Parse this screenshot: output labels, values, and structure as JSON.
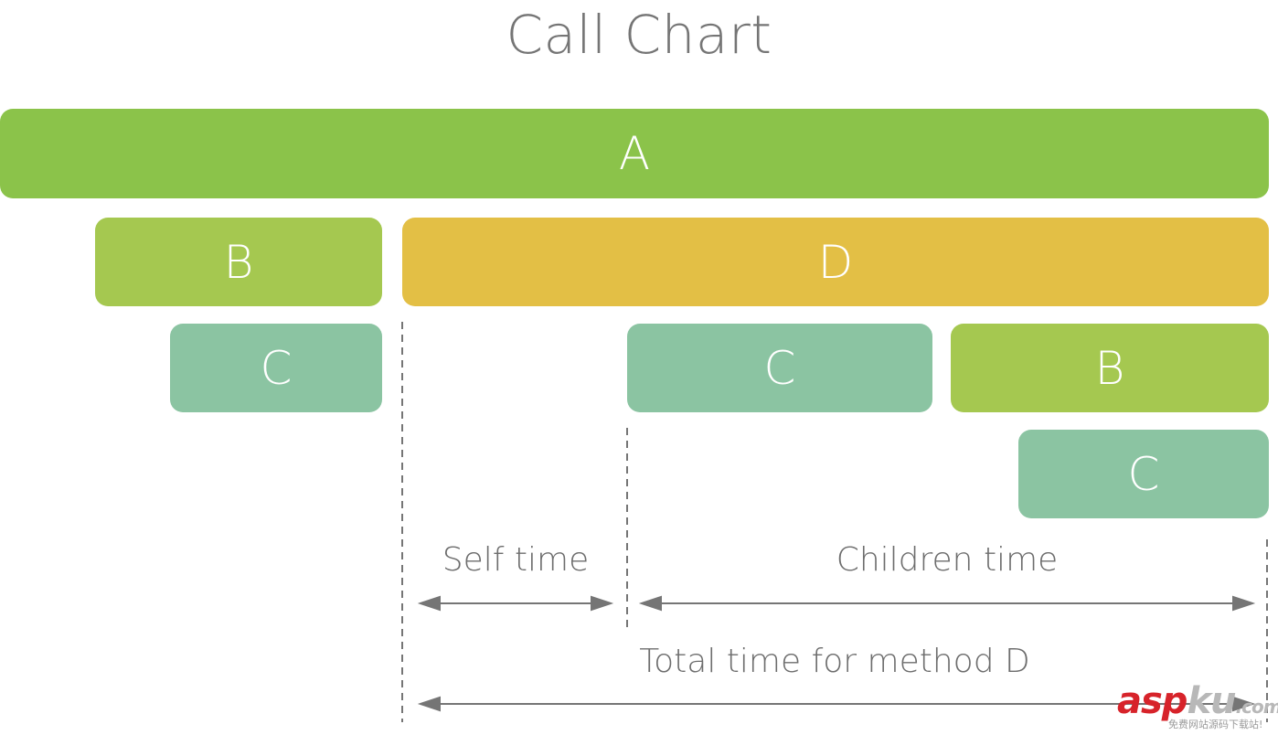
{
  "title": "Call Chart",
  "colors": {
    "method_a": "#8bc34a",
    "method_b": "#a5c850",
    "method_c": "#8bc4a2",
    "method_d": "#e3bf45",
    "annotation": "#757575"
  },
  "calls": [
    {
      "id": "a",
      "label": "A",
      "method": "A",
      "depth": 0
    },
    {
      "id": "b1",
      "label": "B",
      "method": "B",
      "depth": 1
    },
    {
      "id": "d",
      "label": "D",
      "method": "D",
      "depth": 1
    },
    {
      "id": "c1",
      "label": "C",
      "method": "C",
      "depth": 2
    },
    {
      "id": "c2",
      "label": "C",
      "method": "C",
      "depth": 2
    },
    {
      "id": "b2",
      "label": "B",
      "method": "B",
      "depth": 2
    },
    {
      "id": "c3",
      "label": "C",
      "method": "C",
      "depth": 3
    }
  ],
  "annotations": {
    "self_time": "Self time",
    "children_time": "Children time",
    "total_time": "Total time for method D"
  },
  "watermark": {
    "brand": "asp",
    "brand_suffix": "ku",
    "domain": ".com",
    "tagline": "免费网站源码下载站!"
  }
}
